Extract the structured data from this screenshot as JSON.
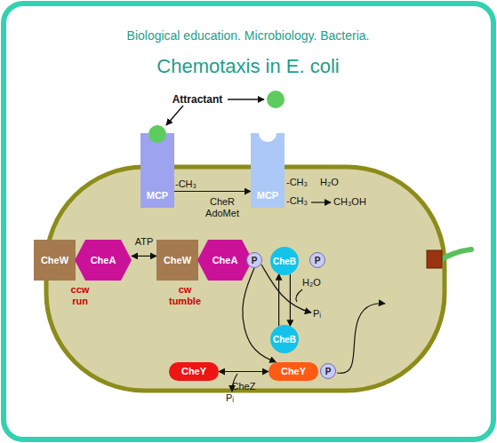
{
  "diagram": {
    "title": "Chemotaxis in E. coli",
    "nodes": [
      {
        "text": [
          "MCP"
        ]
      },
      {
        "text": [
          "MCP"
        ]
      },
      {
        "text": [
          "CheW"
        ]
      },
      {
        "text": [
          "CheA"
        ]
      },
      {
        "text": [
          "CheW"
        ]
      },
      {
        "text": [
          "CheA"
        ]
      },
      {
        "text": [
          "P"
        ]
      },
      {
        "text": [
          "CheB"
        ]
      },
      {
        "text": [
          "P"
        ]
      },
      {
        "text": [
          "CheB"
        ]
      },
      {
        "text": [
          "CheY"
        ]
      },
      {
        "text": [
          "CheY"
        ]
      },
      {
        "text": [
          "P"
        ]
      }
    ],
    "edges": [
      {
        "from": 0,
        "to": 1,
        "arrow": "to",
        "label": "CheR AdoMet"
      },
      {
        "from": 3,
        "to": 4,
        "arrow": "both",
        "label": "ATP"
      },
      {
        "from": 9,
        "to": 7,
        "arrow": "to"
      },
      {
        "from": 7,
        "to": 9,
        "arrow": "to"
      },
      {
        "from": 6,
        "to": 11,
        "arrow": "to"
      },
      {
        "from": 10,
        "to": 11,
        "arrow": "both",
        "label": "CheZ"
      }
    ],
    "labels": [
      "Biological education. Microbiology. Bacteria.",
      "Attractant",
      "-CH₃",
      "-CH₃",
      "-CH₃",
      "H₂O",
      "CH₃OH",
      "ccw run",
      "cw tumble",
      "H₂O",
      "Pᵢ",
      "Pᵢ"
    ]
  }
}
